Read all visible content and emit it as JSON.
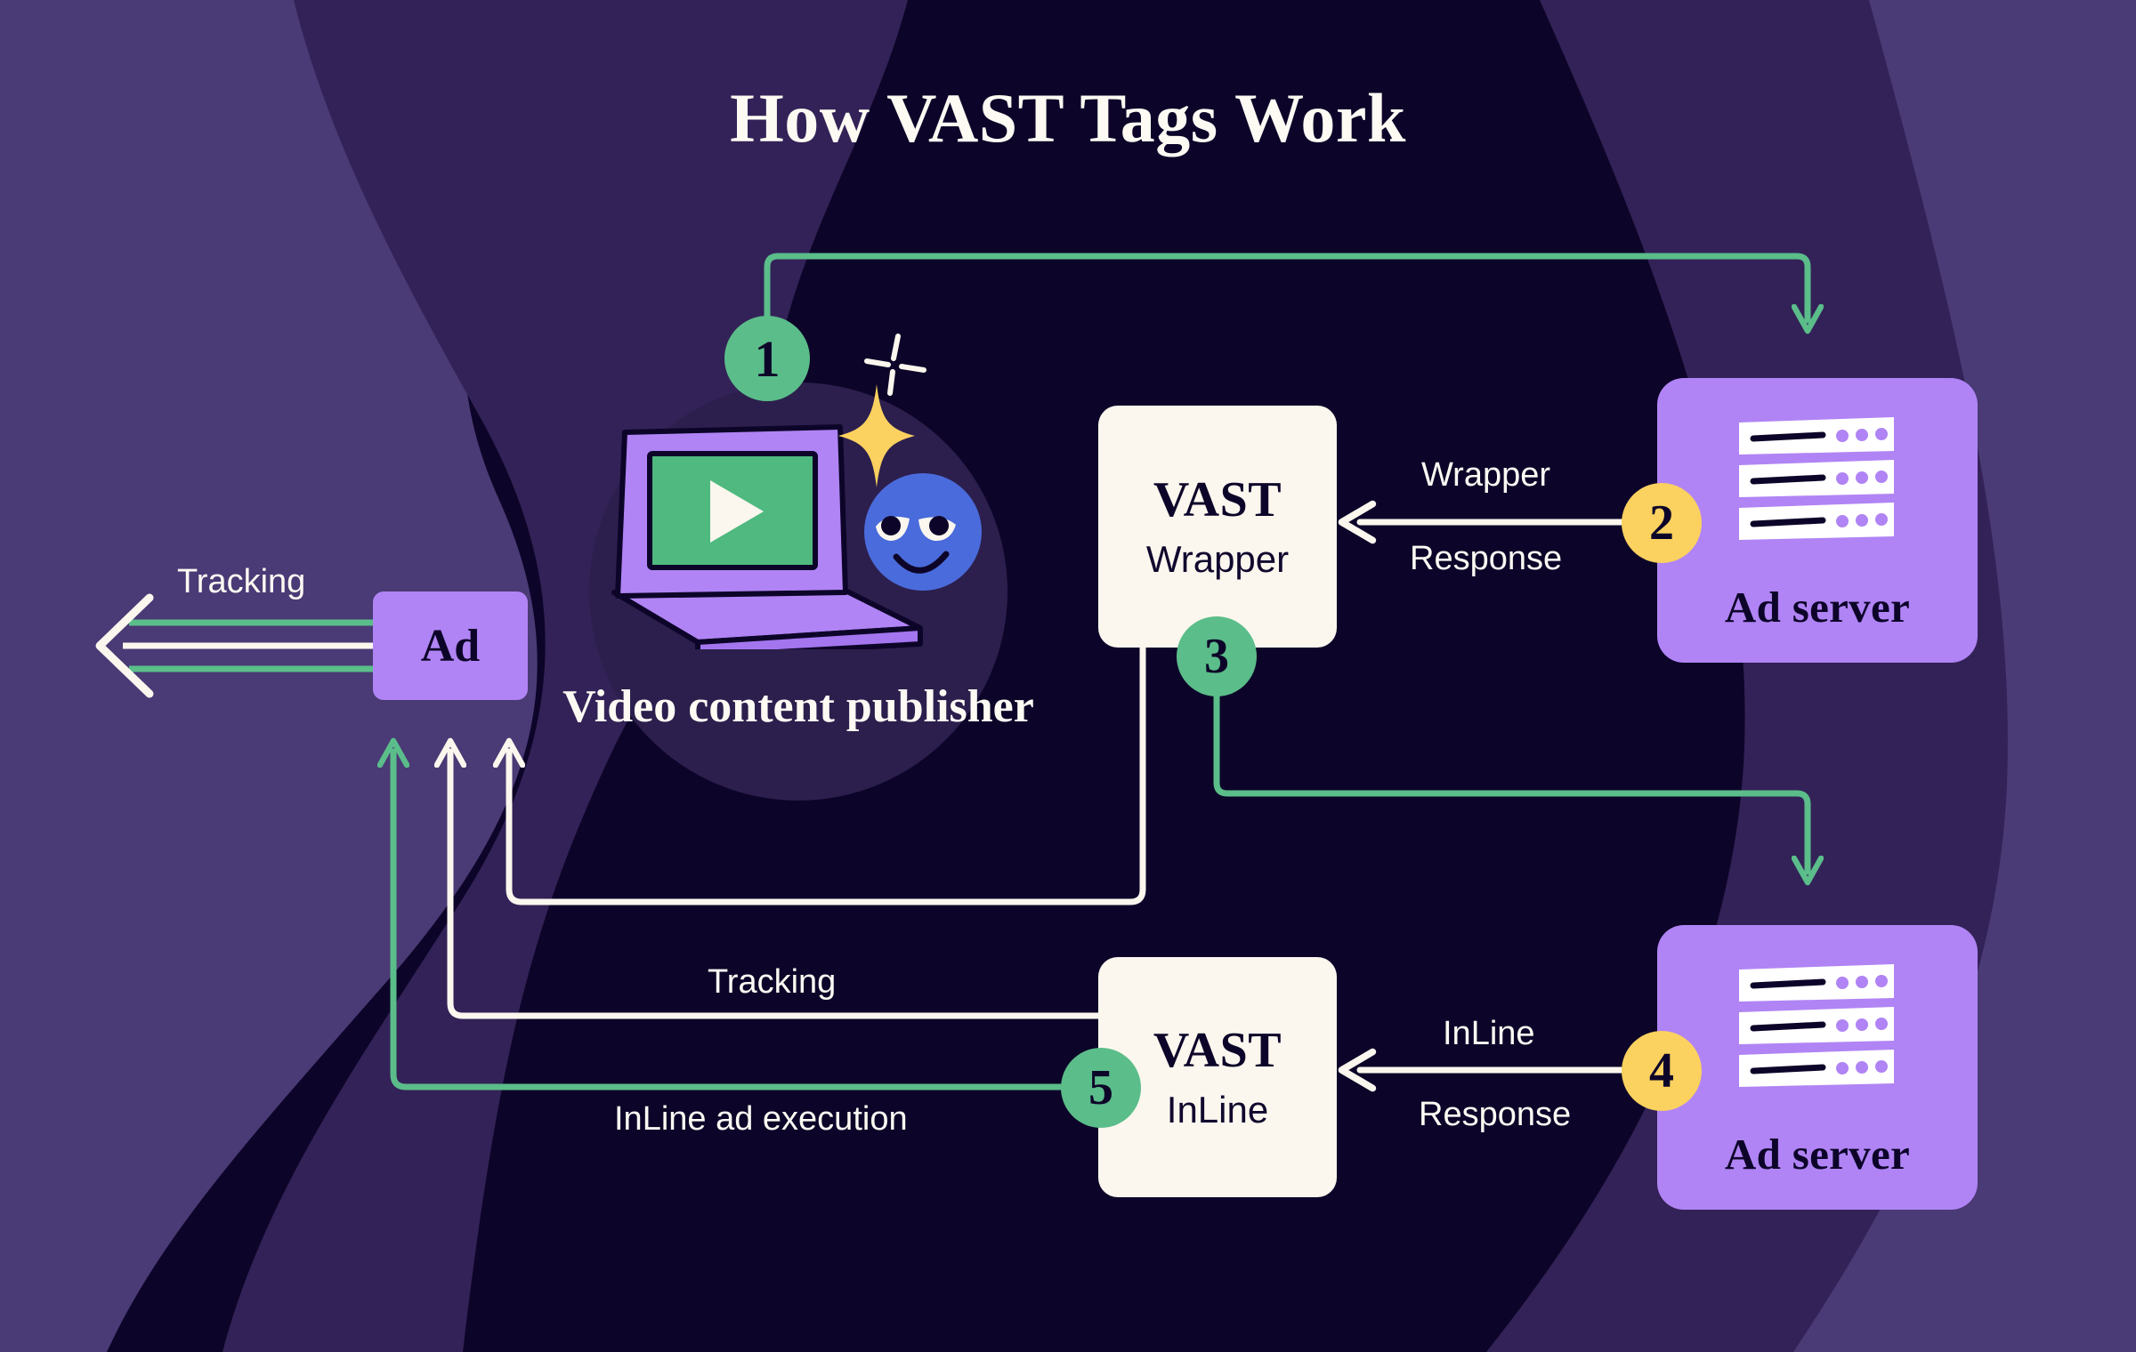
{
  "title": "How VAST Tags Work",
  "colors": {
    "background": "#0d0529",
    "wave_mid": "#332257",
    "wave_outer": "#4a3a75",
    "publisher_circle": "#2c1f4d",
    "green": "#5bbd8a",
    "gold": "#fbd15f",
    "purple": "#b084f5",
    "cream": "#fbf7ee",
    "blue_face": "#4a6bdb",
    "laptop_screen": "#4fb97f",
    "sparkle_yellow": "#fbd15f"
  },
  "nodes": {
    "publisher": {
      "label": "Video content publisher",
      "icon": "laptop-video-icon"
    },
    "ad": {
      "label": "Ad"
    },
    "vast_wrapper": {
      "title": "VAST",
      "subtitle": "Wrapper"
    },
    "vast_inline": {
      "title": "VAST",
      "subtitle": "InLine"
    },
    "ad_server_top": {
      "label": "Ad server",
      "icon": "server-rack-icon"
    },
    "ad_server_bottom": {
      "label": "Ad server",
      "icon": "server-rack-icon"
    }
  },
  "badges": [
    {
      "number": "1",
      "color": "green",
      "at": "publisher"
    },
    {
      "number": "2",
      "color": "gold",
      "at": "ad-server-top"
    },
    {
      "number": "3",
      "color": "green",
      "at": "vast-wrapper"
    },
    {
      "number": "4",
      "color": "gold",
      "at": "ad-server-bottom"
    },
    {
      "number": "5",
      "color": "green",
      "at": "vast-inline"
    }
  ],
  "flow_labels": {
    "tracking_top": "Tracking",
    "wrapper": "Wrapper",
    "wrapper_response": "Response",
    "inline": "InLine",
    "inline_response": "Response",
    "tracking_bottom": "Tracking",
    "inline_ad_execution": "InLine ad execution"
  },
  "chart_data": {
    "type": "diagram",
    "title": "How VAST Tags Work",
    "steps": [
      {
        "step": 1,
        "from": "Video content publisher",
        "to": "Ad server (top)",
        "color": "green",
        "label": ""
      },
      {
        "step": 2,
        "from": "Ad server (top)",
        "to": "VAST Wrapper",
        "color": "white",
        "label": "Wrapper Response"
      },
      {
        "step": 3,
        "from": "VAST Wrapper",
        "to": "Ad server (bottom)",
        "color": "green",
        "label": ""
      },
      {
        "step": 4,
        "from": "Ad server (bottom)",
        "to": "VAST InLine",
        "color": "white",
        "label": "InLine Response"
      },
      {
        "step": 5,
        "from": "VAST InLine",
        "to": "Ad",
        "color": "green",
        "label": "InLine ad execution"
      }
    ],
    "extra_flows": [
      {
        "from": "VAST Wrapper",
        "to": "Ad",
        "color": "white",
        "label": ""
      },
      {
        "from": "VAST InLine",
        "to": "Ad",
        "color": "white",
        "label": "Tracking"
      },
      {
        "from": "Ad",
        "to": "out-left",
        "color": "green/white/green",
        "label": "Tracking"
      }
    ]
  }
}
